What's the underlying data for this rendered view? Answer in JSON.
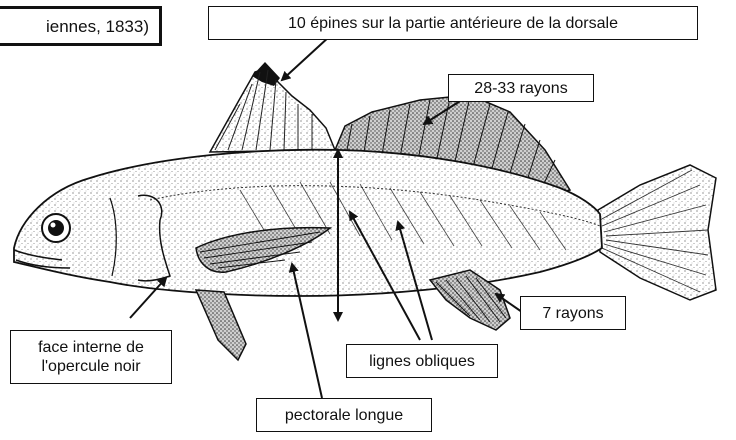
{
  "title_fragment": "iennes, 1833)",
  "labels": {
    "dorsal_spines": "10 épines sur la partie antérieure de la dorsale",
    "soft_rays": "28-33 rayons",
    "anal_rays": "7 rayons",
    "opercle": "face interne de l'opercule noir",
    "opercle_line1": "face interne de",
    "opercle_line2": "l'opercule noir",
    "oblique_lines": "lignes obliques",
    "pectoral": "pectorale longue"
  },
  "colors": {
    "ink": "#111111",
    "paper": "#ffffff",
    "body_shade": "#e4e4e4",
    "dark_shade": "#2a2a2a"
  },
  "icons": [
    "fish-illustration",
    "arrow"
  ]
}
